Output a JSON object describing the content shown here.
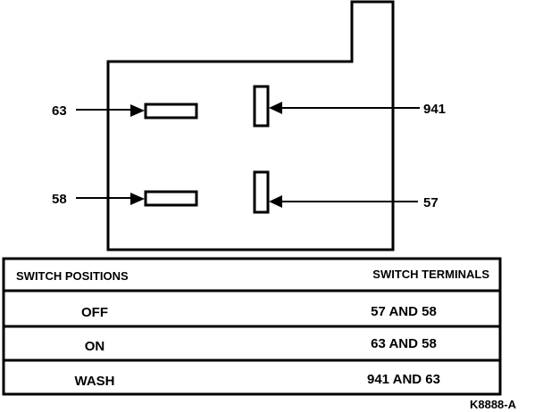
{
  "terminals": {
    "t63": "63",
    "t58": "58",
    "t941": "941",
    "t57": "57"
  },
  "table": {
    "headers": {
      "positions": "SWITCH POSITIONS",
      "terminals": "SWITCH TERMINALS"
    },
    "rows": [
      {
        "position": "OFF",
        "terminals": "57 AND 58"
      },
      {
        "position": "ON",
        "terminals": "63 AND 58"
      },
      {
        "position": "WASH",
        "terminals": "941 AND 63"
      }
    ]
  },
  "part_number": "K8888-A"
}
